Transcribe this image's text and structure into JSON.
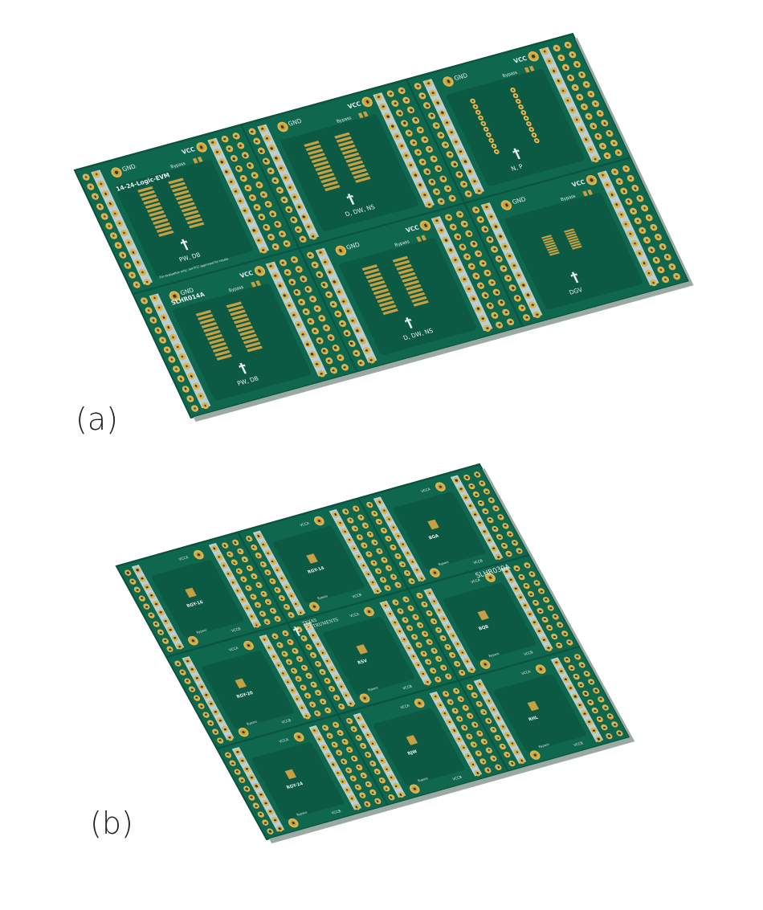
{
  "figure": {
    "panel_a": {
      "label": "(a)",
      "board_texts": {
        "title": "14-24-Logic-EVM",
        "part_number": "SLHR014A",
        "disclaimer": "For evaluation only; not FCC approved for resale."
      },
      "modules": [
        {
          "package": "PW, DB",
          "gnd": "GND",
          "vcc": "VCC",
          "bypass": "Bypass",
          "pads": "soic"
        },
        {
          "package": "D, DW, NS",
          "gnd": "GND",
          "vcc": "VCC",
          "bypass": "Bypass",
          "pads": "soic"
        },
        {
          "package": "N, P",
          "gnd": "GND",
          "vcc": "VCC",
          "bypass": "Bypass",
          "pads": "dip"
        },
        {
          "package": "PW, DB",
          "gnd": "GND",
          "vcc": "VCC",
          "bypass": "Bypass",
          "pads": "soic"
        },
        {
          "package": "D, DW, NS",
          "gnd": "GND",
          "vcc": "VCC",
          "bypass": "Bypass",
          "pads": "soic"
        },
        {
          "package": "DGV",
          "gnd": "GND",
          "vcc": "VCC",
          "bypass": "Bypass",
          "pads": "small"
        }
      ]
    },
    "panel_b": {
      "label": "(b)",
      "board_texts": {
        "part_number": "SLHR030A",
        "brand_line1": "Texas",
        "brand_line2": "Instruments"
      },
      "modules": [
        {
          "package": "RGY-16",
          "vcca": "VCCA",
          "vccb": "VCCB",
          "bypass": "Bypass"
        },
        {
          "package": "RGY-14",
          "vcca": "VCCA",
          "vccb": "VCCB",
          "bypass": "Bypass"
        },
        {
          "package": "BGA",
          "vcca": "VCCA",
          "vccb": "VCCB",
          "bypass": "Bypass"
        },
        {
          "package": "RGY-20",
          "vcca": "VCCA",
          "vccb": "VCCB",
          "bypass": "Bypass"
        },
        {
          "package": "RSV",
          "vcca": "VCCA",
          "vccb": "VCCB",
          "bypass": "Bypass"
        },
        {
          "package": "BQB",
          "vcca": "VCCA",
          "vccb": "VCCB",
          "bypass": "Bypass"
        },
        {
          "package": "RGY-24",
          "vcca": "VCCA",
          "vccb": "VCCB",
          "bypass": "Bypass"
        },
        {
          "package": "RJW",
          "vcca": "VCCA",
          "vccb": "VCCB",
          "bypass": "Bypass"
        },
        {
          "package": "RHL",
          "vcca": "VCCA",
          "vccb": "VCCB",
          "bypass": "Bypass"
        }
      ]
    },
    "colors": {
      "soldermask": "#0d6149",
      "pad_gold": "#c9a23e",
      "silkscreen_strip": "#b9cfd8"
    }
  }
}
